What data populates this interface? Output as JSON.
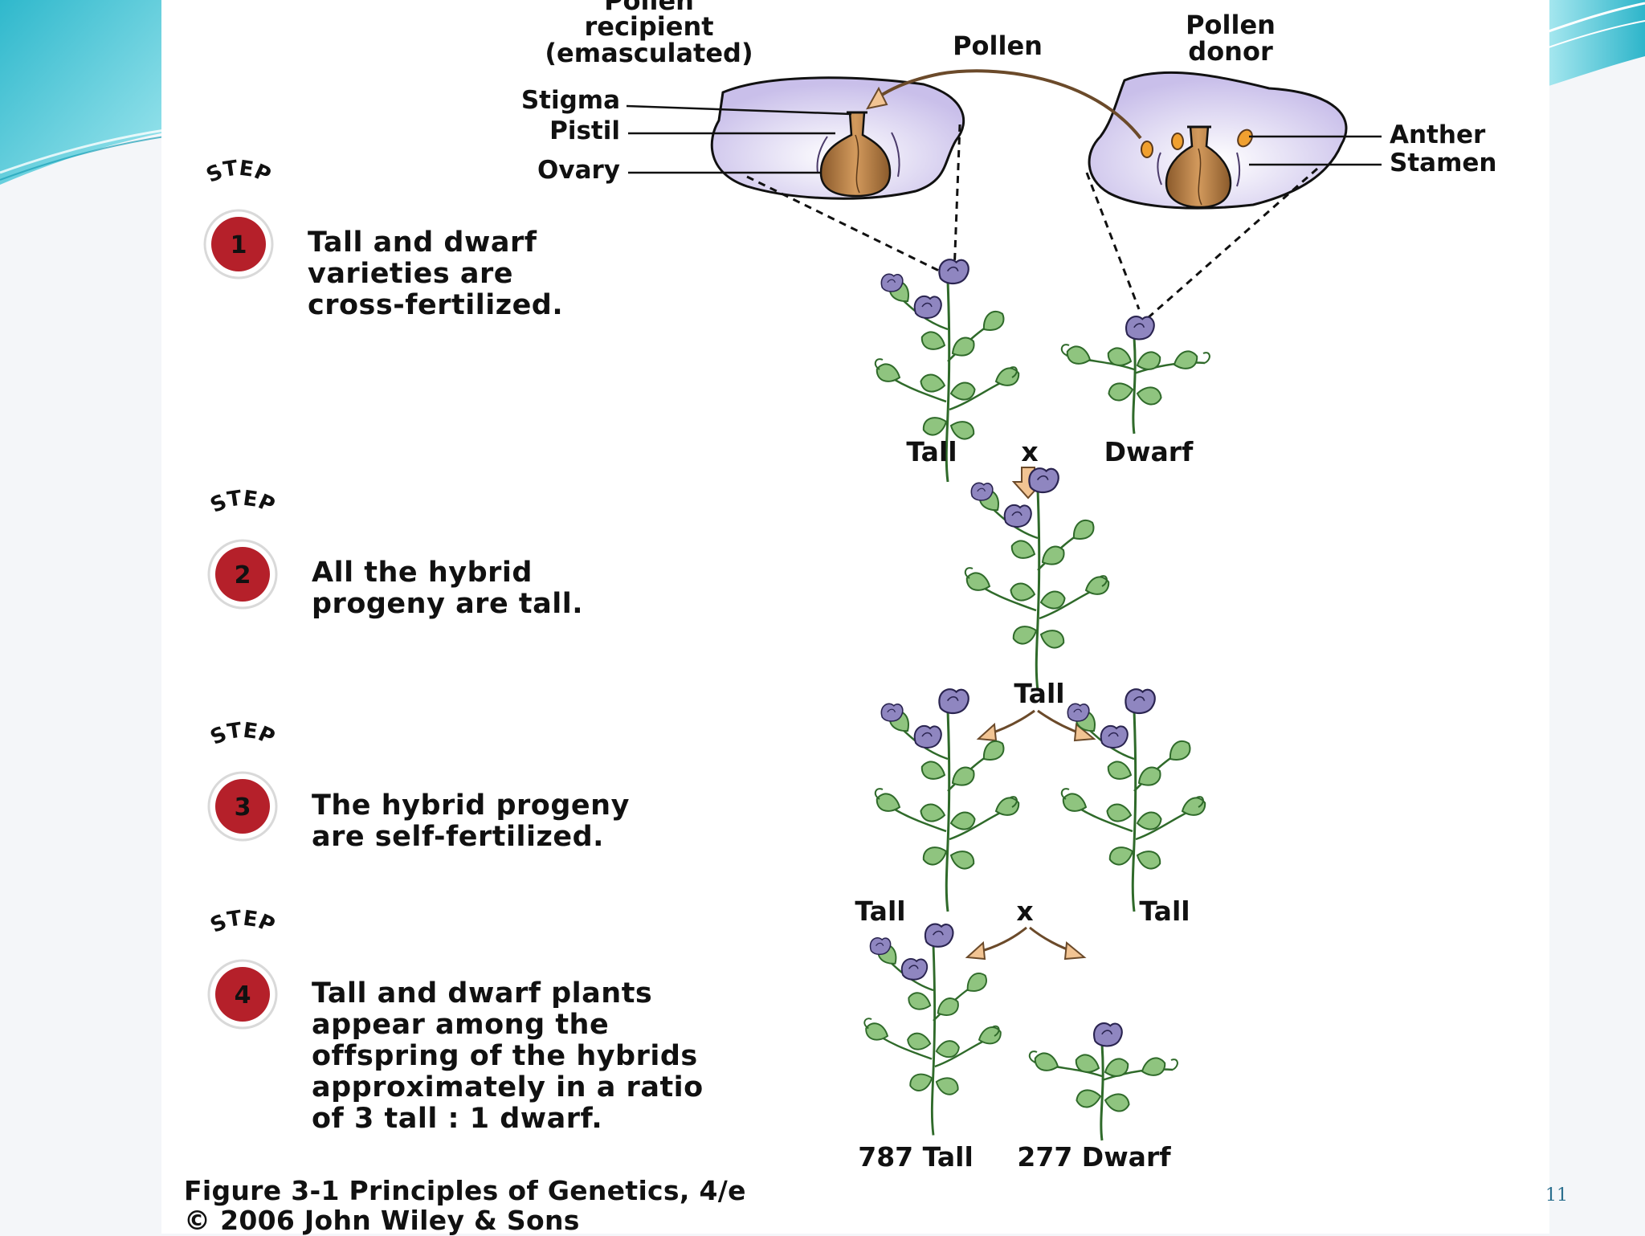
{
  "flower": {
    "recipient_label": [
      "Pollen",
      "recipient",
      "(emasculated)"
    ],
    "pollen_label": "Pollen",
    "donor_label": [
      "Pollen",
      "donor"
    ],
    "stigma": "Stigma",
    "pistil": "Pistil",
    "ovary": "Ovary",
    "anther": "Anther",
    "stamen": "Stamen"
  },
  "step_badge_word": "STEP",
  "steps": [
    {
      "number": "1",
      "lines": [
        "Tall and dwarf",
        "varieties are",
        "cross-fertilized."
      ]
    },
    {
      "number": "2",
      "lines": [
        "All the hybrid",
        "progeny are tall."
      ]
    },
    {
      "number": "3",
      "lines": [
        "The hybrid progeny",
        "are self-fertilized."
      ]
    },
    {
      "number": "4",
      "lines": [
        "Tall and dwarf plants",
        "appear among the",
        "offspring of  the hybrids",
        "approximately in a ratio",
        "of 3 tall : 1 dwarf."
      ]
    }
  ],
  "plant_labels": {
    "p_tall": "Tall",
    "cross_symbol": "x",
    "p_dwarf": "Dwarf",
    "f1_tall": "Tall",
    "f1_left": "Tall",
    "f1_right": "Tall",
    "f2_tall": "787 Tall",
    "f2_dwarf": "277 Dwarf"
  },
  "caption": [
    "Figure 3-1  Principles of Genetics, 4/e",
    "© 2006 John Wiley & Sons"
  ],
  "page_number": "11",
  "colors": {
    "badge_red": "#b5202a",
    "petal_lavender": "#cfc6ec",
    "pistil_brown": "#b8814a",
    "anther_orange": "#f0a030",
    "leaf_green": "#8fc47f",
    "arrow_tan": "#f2c493",
    "slide_teal": "#3fc3d2"
  }
}
